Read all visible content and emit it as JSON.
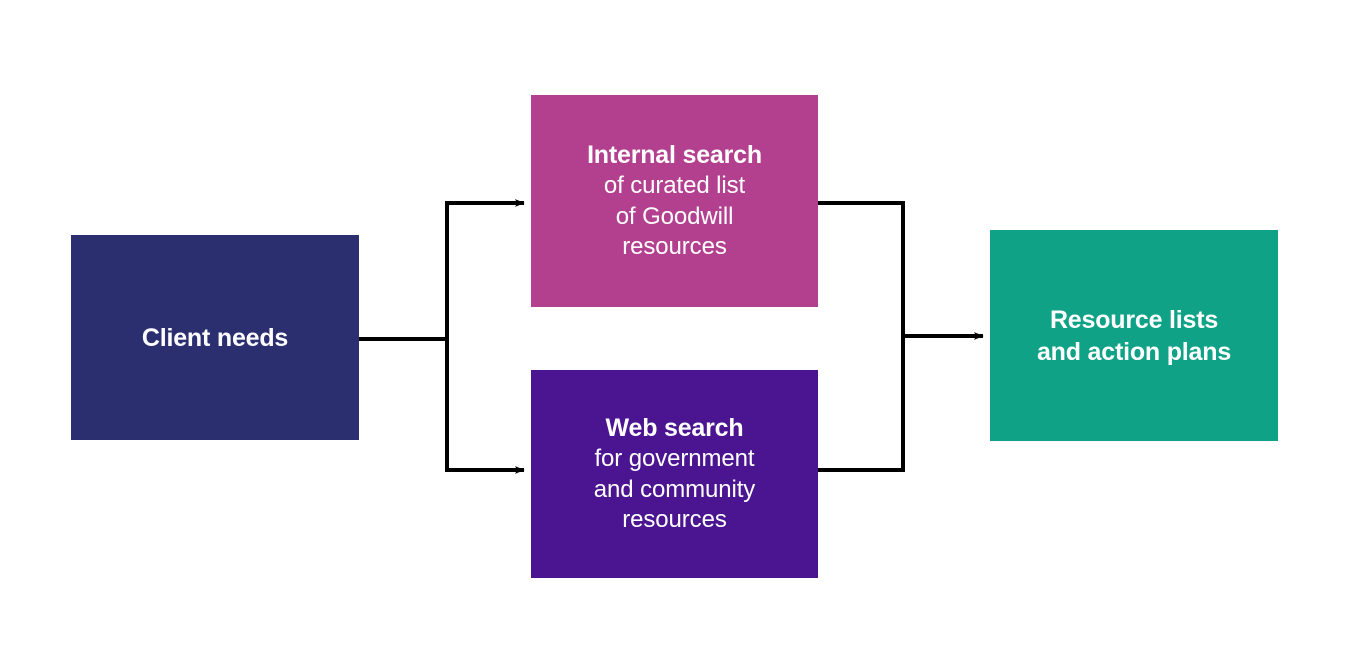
{
  "diagram": {
    "background_color": "#ffffff",
    "line_color": "#000000",
    "nodes": [
      {
        "id": "client-needs",
        "title": "Client needs",
        "subtitle": "",
        "color": "#2b2f70",
        "text_color": "#ffffff"
      },
      {
        "id": "internal-search",
        "title": "Internal search",
        "subtitle": "of curated list\nof Goodwill\nresources",
        "color": "#b3408f",
        "text_color": "#ffffff"
      },
      {
        "id": "web-search",
        "title": "Web search",
        "subtitle": "for government\nand community\nresources",
        "color": "#4b1490",
        "text_color": "#ffffff"
      },
      {
        "id": "resource-lists",
        "title": "Resource lists\nand action plans",
        "subtitle": "",
        "color": "#10a287",
        "text_color": "#ffffff"
      }
    ],
    "connectors": [
      {
        "id": "client-to-internal-search",
        "from": "client-needs",
        "to": "internal-search",
        "arrowhead": true
      },
      {
        "id": "client-to-web-search",
        "from": "client-needs",
        "to": "web-search",
        "arrowhead": true
      },
      {
        "id": "internal-search-to-resource-lists",
        "from": "internal-search",
        "to": "resource-lists",
        "arrowhead": true
      },
      {
        "id": "web-search-to-resource-lists",
        "from": "web-search",
        "to": "resource-lists",
        "arrowhead": true
      }
    ]
  }
}
